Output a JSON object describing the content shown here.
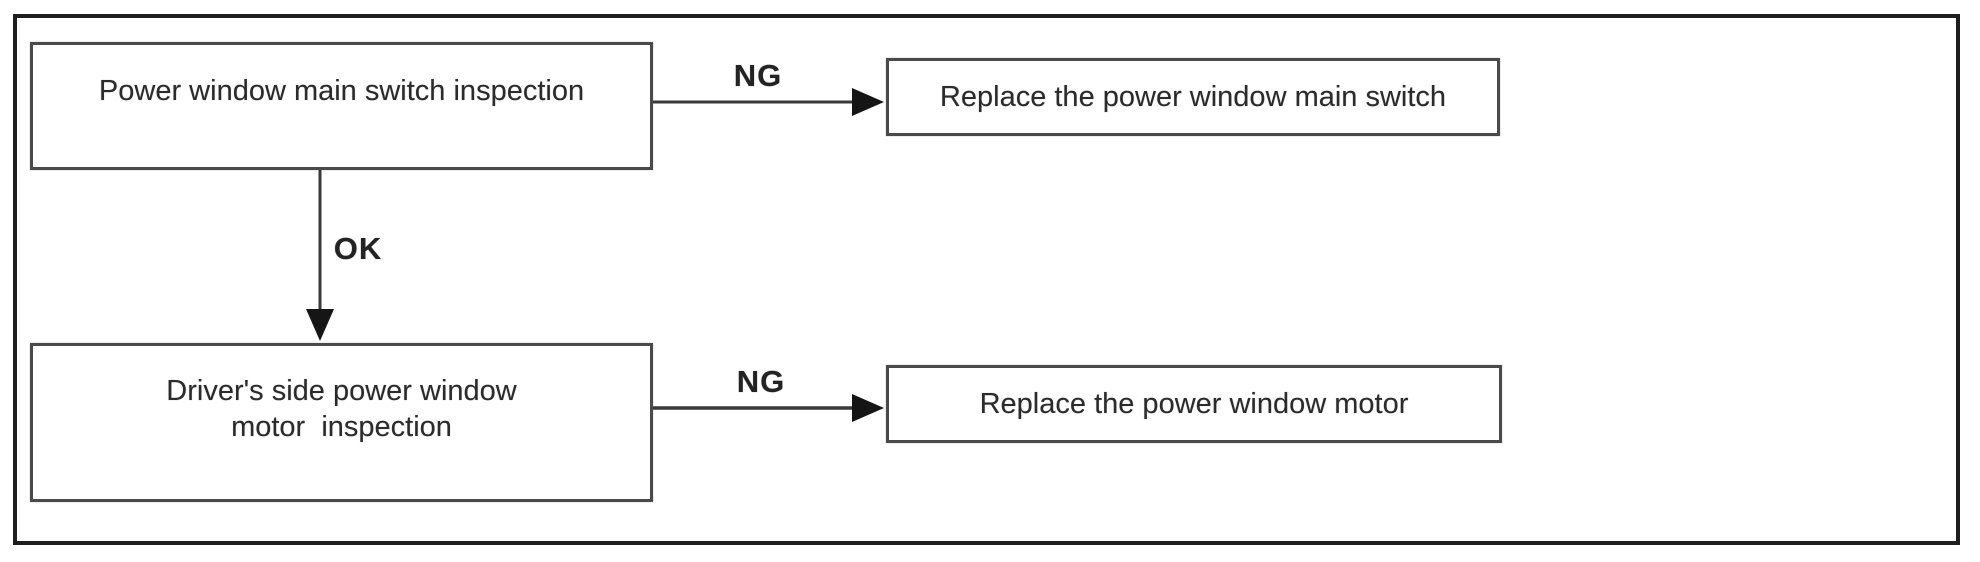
{
  "diagram": {
    "type": "flowchart",
    "colors": {
      "background": "#ffffff",
      "frame": "#1e1e1e",
      "node_border": "#4a4a4a",
      "line": "#3a3a3a",
      "text": "#2b2b2b"
    },
    "nodes": [
      {
        "id": "main-switch-inspection",
        "label": "Power window main switch inspection"
      },
      {
        "id": "replace-main-switch",
        "label": "Replace the power window main switch"
      },
      {
        "id": "motor-inspection",
        "label": "Driver's side power window\nmotor  inspection"
      },
      {
        "id": "replace-motor",
        "label": "Replace the power window motor"
      }
    ],
    "edges": [
      {
        "from": "main-switch-inspection",
        "to": "replace-main-switch",
        "label": "NG",
        "direction": "right"
      },
      {
        "from": "main-switch-inspection",
        "to": "motor-inspection",
        "label": "OK",
        "direction": "down"
      },
      {
        "from": "motor-inspection",
        "to": "replace-motor",
        "label": "NG",
        "direction": "right"
      }
    ]
  }
}
